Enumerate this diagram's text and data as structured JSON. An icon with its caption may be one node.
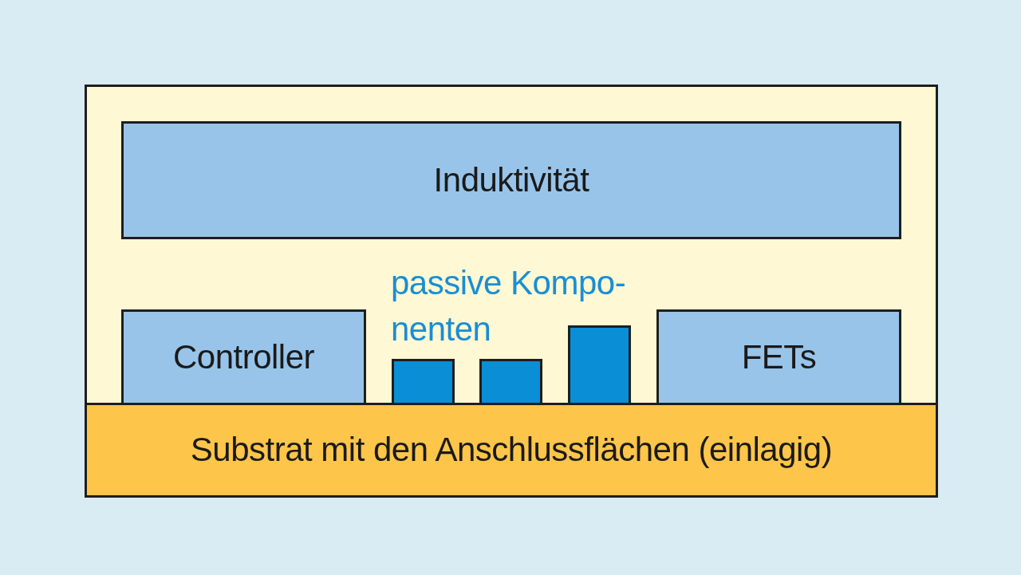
{
  "diagram": {
    "nodes": [
      {
        "text": [],
        "shape": "box"
      },
      {
        "text": [
          "Induktivität"
        ],
        "in": 0
      },
      {
        "text": [
          "Controller"
        ],
        "in": 0
      },
      {
        "text": [],
        "shape": "box",
        "in": 0
      },
      {
        "text": [],
        "shape": "box",
        "in": 0
      },
      {
        "text": [],
        "shape": "box",
        "in": 0
      },
      {
        "text": [
          "FETs"
        ],
        "in": 0
      },
      {
        "text": [
          "Substrat mit den Anschlussflächen (einlagig)"
        ],
        "in": 0
      }
    ],
    "labels": [
      "passive Kompo- nenten"
    ]
  }
}
